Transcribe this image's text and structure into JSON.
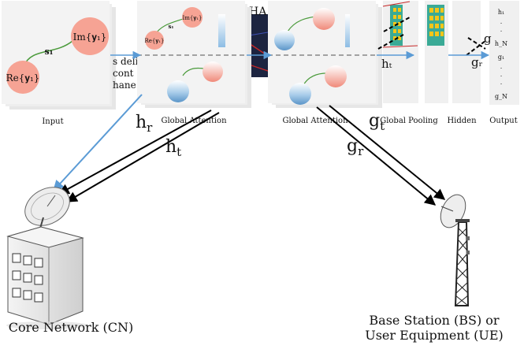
{
  "stages": {
    "input": "Input",
    "global_attention_1": "Global Attention",
    "global_attention_2": "Global Attention",
    "global_pooling": "Global Pooling",
    "hidden": "Hidden",
    "output": "Output"
  },
  "input_panel": {
    "re_node": "Re{𝐲₁}",
    "im_node": "Im{𝐲₁}",
    "edge_label": "𝐬₁"
  },
  "attention_panel": {
    "re_node": "Re{𝐲₁}",
    "im_node": "Im{𝐲₁}",
    "edge_label": "𝐬₁"
  },
  "background_text": {
    "line1": "s deliv",
    "line2": "cont",
    "line3": "hane",
    "header_fragment": "HA"
  },
  "output_column": [
    "h₁",
    ".",
    ".",
    "h_N",
    "g₁",
    ".",
    ".",
    ".",
    "g_N"
  ],
  "signal_labels": {
    "hr_main": "h",
    "hr_sub": "r",
    "ht_main": "h",
    "ht_sub": "t",
    "gt_main": "g",
    "gt_sub": "t",
    "gr_main": "g",
    "gr_sub": "r",
    "hidden_ht": "hₜ",
    "hidden_g": "g",
    "hidden_gr": "gᵣ"
  },
  "entities": {
    "core_network": "Core Network (CN)",
    "base_station_line1": "Base Station (BS) or",
    "base_station_line2": "User Equipment (UE)"
  },
  "colors": {
    "node_fill": "#f6a394",
    "node_edge": "#4a9a3a",
    "arrow_blue": "#5b9bd5",
    "arrow_black": "#000000",
    "pool_fill": "#3aaa96",
    "pool_cell": "#f5c518",
    "panel_fill": "#ececec"
  }
}
